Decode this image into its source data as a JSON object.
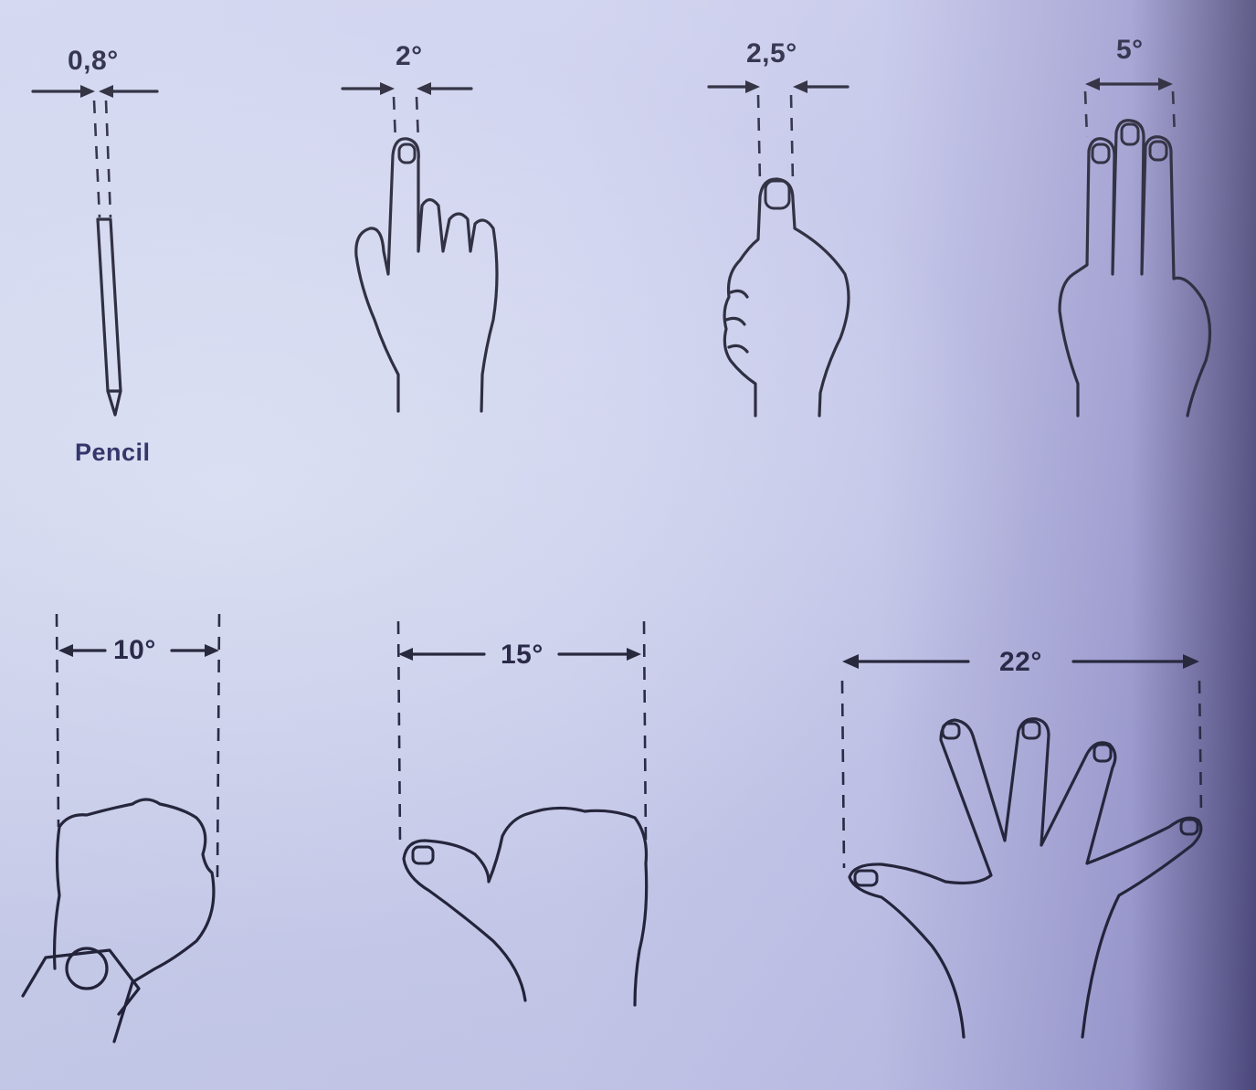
{
  "labels": {
    "angle_0_8": "0,8°",
    "angle_2": "2°",
    "angle_2_5": "2,5°",
    "angle_5": "5°",
    "pencil": "Pencil",
    "angle_10": "10°",
    "angle_15": "15°",
    "angle_22": "22°"
  },
  "colors": {
    "ink": "#1b1b2e",
    "paper": "#cdd0ee",
    "shadow": "#4a4678"
  }
}
